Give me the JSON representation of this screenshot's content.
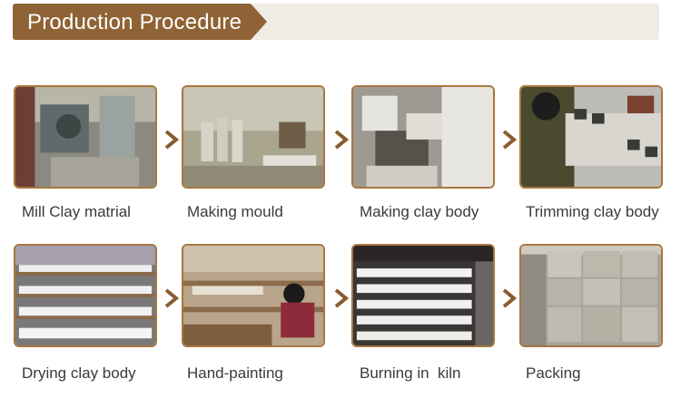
{
  "header": {
    "title": "Production Procedure"
  },
  "steps": [
    {
      "caption": "Mill Clay matrial",
      "icon": "clay-mill-photo"
    },
    {
      "caption": "Making mould",
      "icon": "mould-making-photo"
    },
    {
      "caption": "Making clay body",
      "icon": "clay-body-photo"
    },
    {
      "caption": "Trimming clay body",
      "icon": "trimming-photo"
    },
    {
      "caption": "Drying clay body",
      "icon": "drying-photo"
    },
    {
      "caption": "Hand-painting",
      "icon": "hand-painting-photo"
    },
    {
      "caption": "Burning in  kiln",
      "icon": "kiln-photo"
    },
    {
      "caption": "Packing",
      "icon": "packing-photo"
    }
  ],
  "arrow_icon": "chevron-right-icon",
  "colors": {
    "accent": "#8f6335",
    "header_bg": "#f1ebe5",
    "photo_border": "#a8763f",
    "arrow": "#8a5a2e"
  }
}
